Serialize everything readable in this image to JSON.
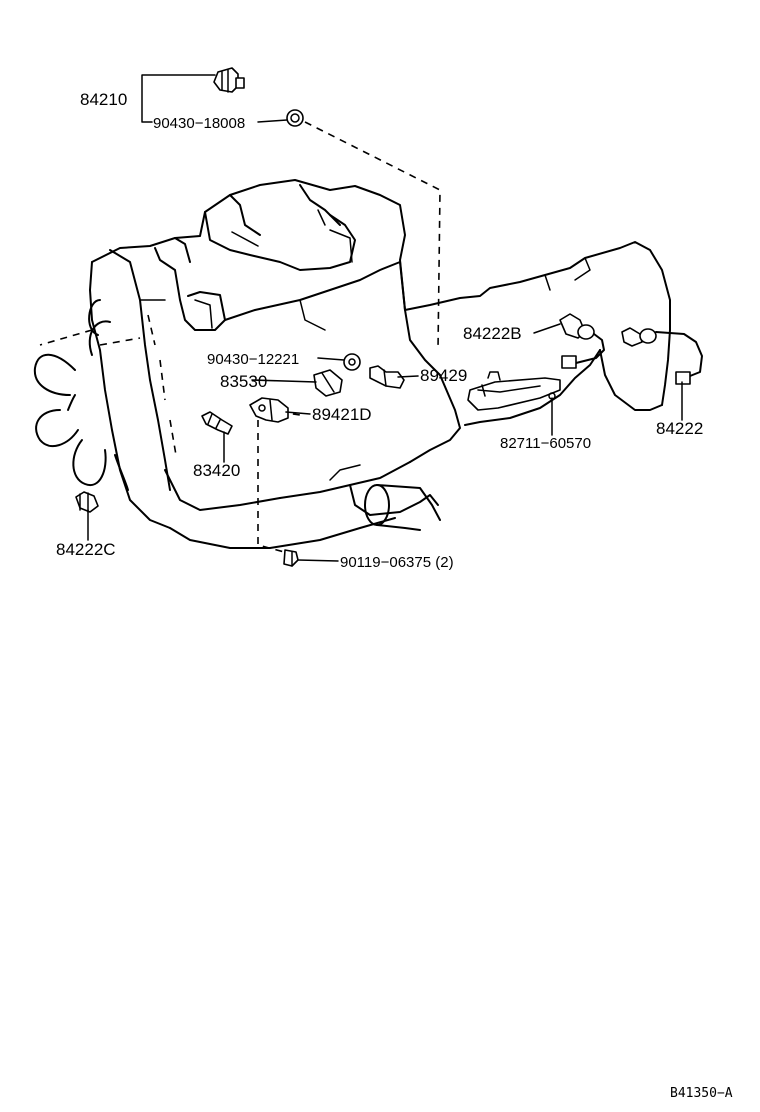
{
  "labels": {
    "p84210": "84210",
    "p90430_18008": "90430−18008",
    "p84222B": "84222B",
    "p90430_12221": "90430−12221",
    "p83530": "83530",
    "p89429": "89429",
    "p89421D": "89421D",
    "p82711_60570": "82711−60570",
    "p84222": "84222",
    "p83420": "83420",
    "p84222C": "84222C",
    "p90119_06375": "90119−06375 (2)"
  },
  "figure_code": "B41350−A"
}
